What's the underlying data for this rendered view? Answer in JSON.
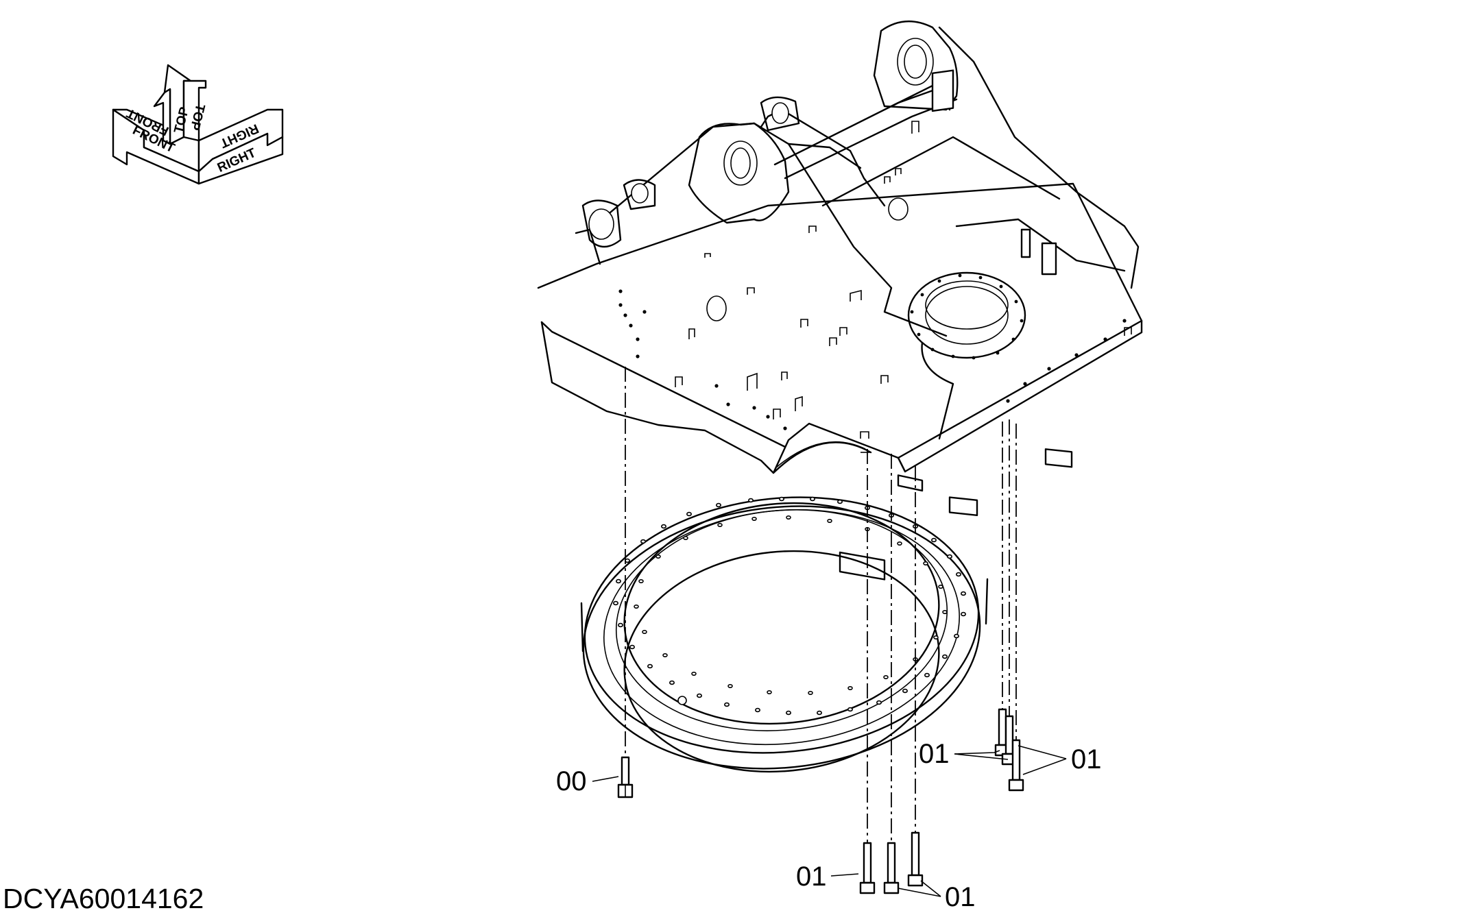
{
  "orientation": {
    "front": "FRONT",
    "top": "TOP",
    "right": "RIGHT"
  },
  "callouts": {
    "vertical_bolt": "00",
    "rear_bolts_left": "01",
    "rear_bolts_right": "01",
    "bottom_bolts_left": "01",
    "bottom_bolts_right": "01"
  },
  "drawing_code": "DCYA60014162"
}
